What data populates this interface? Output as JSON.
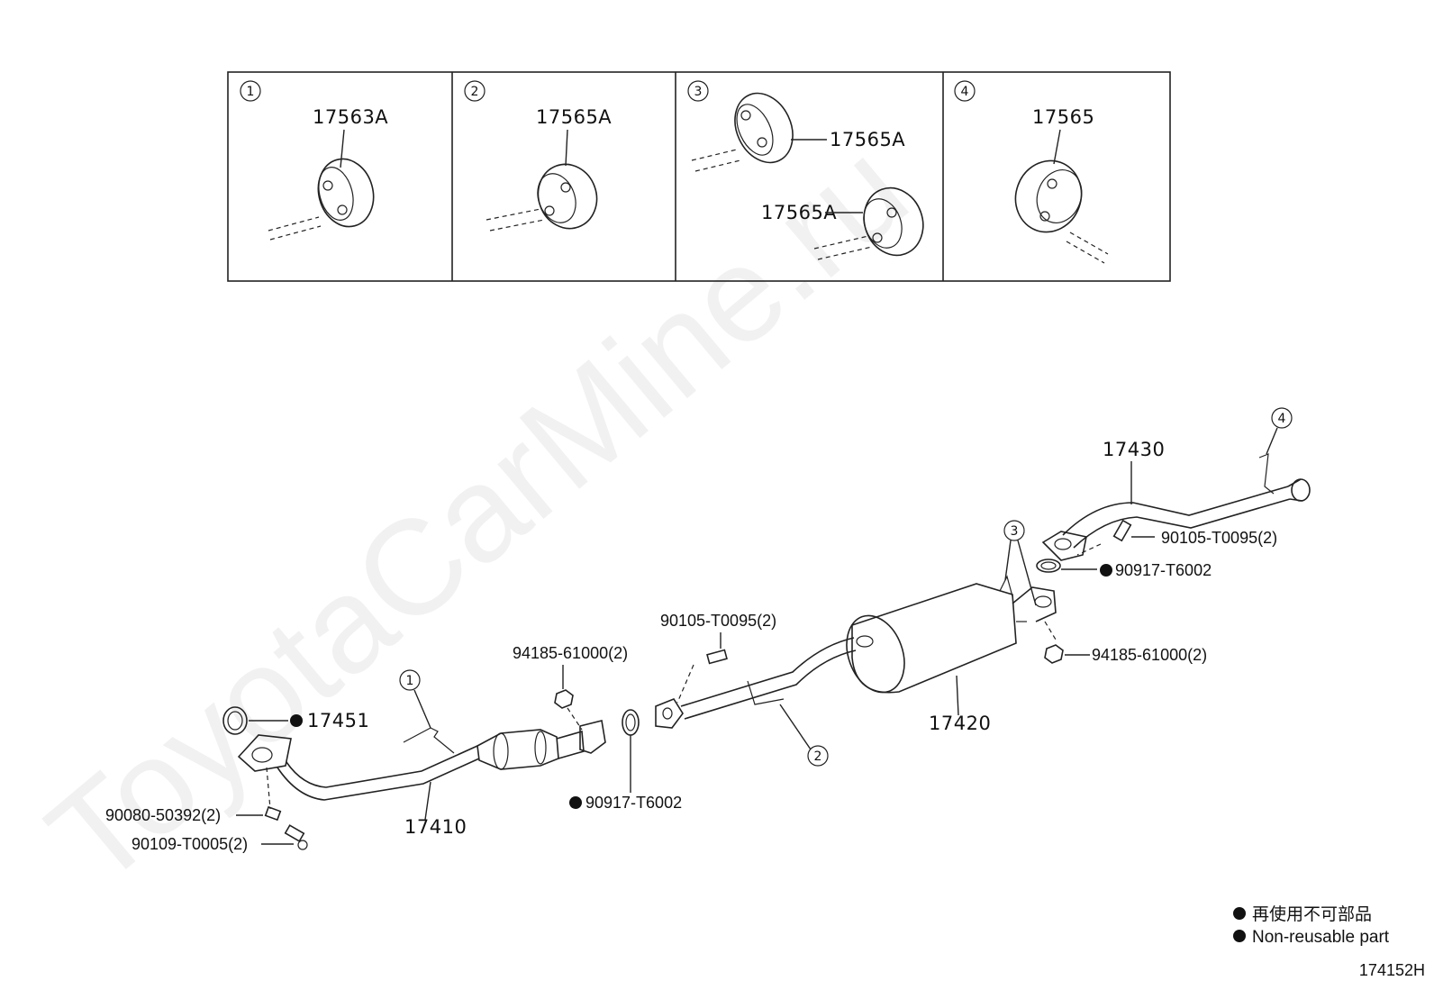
{
  "watermark": "ToyotaCarMine.ru",
  "panels": [
    {
      "index": "1",
      "part": "17563A"
    },
    {
      "index": "2",
      "part": "17565A"
    },
    {
      "index": "3",
      "part_top": "17565A",
      "part_bottom": "17565A"
    },
    {
      "index": "4",
      "part": "17565"
    }
  ],
  "labels": {
    "front_pipe": "17410",
    "gasket_front": "17451",
    "bolt_front": "90080-50392(2)",
    "stud_front": "90109-T0005(2)",
    "nut_mid": "94185-61000(2)",
    "gasket_mid": "90917-T6002",
    "bolt_mid": "90105-T0095(2)",
    "muffler": "17420",
    "tail_pipe": "17430",
    "bolt_tail": "90105-T0095(2)",
    "gasket_tail": "90917-T6002",
    "nut_tail": "94185-61000(2)"
  },
  "callouts": {
    "c1": "1",
    "c2": "2",
    "c3": "3",
    "c4": "4"
  },
  "legend": {
    "line_ja": "再使用不可部品",
    "line_en": "Non-reusable part"
  },
  "diagram_code": "174152H"
}
